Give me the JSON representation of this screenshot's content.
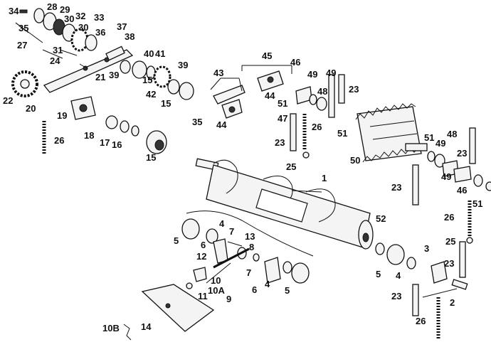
{
  "diagram": {
    "callouts": [
      {
        "id": "c34",
        "text": "34"
      },
      {
        "id": "c28",
        "text": "28"
      },
      {
        "id": "c29",
        "text": "29"
      },
      {
        "id": "c30a",
        "text": "30"
      },
      {
        "id": "c32",
        "text": "32"
      },
      {
        "id": "c33",
        "text": "33"
      },
      {
        "id": "c35a",
        "text": "35"
      },
      {
        "id": "c30b",
        "text": "30"
      },
      {
        "id": "c36",
        "text": "36"
      },
      {
        "id": "c27",
        "text": "27"
      },
      {
        "id": "c31",
        "text": "31"
      },
      {
        "id": "c37",
        "text": "37"
      },
      {
        "id": "c38",
        "text": "38"
      },
      {
        "id": "c24",
        "text": "24"
      },
      {
        "id": "c40",
        "text": "40"
      },
      {
        "id": "c41",
        "text": "41"
      },
      {
        "id": "c21",
        "text": "21"
      },
      {
        "id": "c39a",
        "text": "39"
      },
      {
        "id": "c15a",
        "text": "15"
      },
      {
        "id": "c39b",
        "text": "39"
      },
      {
        "id": "c42",
        "text": "42"
      },
      {
        "id": "c22",
        "text": "22"
      },
      {
        "id": "c20",
        "text": "20"
      },
      {
        "id": "c19",
        "text": "19"
      },
      {
        "id": "c18",
        "text": "18"
      },
      {
        "id": "c17",
        "text": "17"
      },
      {
        "id": "c16",
        "text": "16"
      },
      {
        "id": "c26a",
        "text": "26"
      },
      {
        "id": "c15b",
        "text": "15"
      },
      {
        "id": "c15c",
        "text": "15"
      },
      {
        "id": "c35b",
        "text": "35"
      },
      {
        "id": "c43",
        "text": "43"
      },
      {
        "id": "c44a",
        "text": "44"
      },
      {
        "id": "c45",
        "text": "45"
      },
      {
        "id": "c46a",
        "text": "46"
      },
      {
        "id": "c44b",
        "text": "44"
      },
      {
        "id": "c51a",
        "text": "51"
      },
      {
        "id": "c47",
        "text": "47"
      },
      {
        "id": "c49a",
        "text": "49"
      },
      {
        "id": "c48a",
        "text": "48"
      },
      {
        "id": "c49b",
        "text": "49"
      },
      {
        "id": "c23a",
        "text": "23"
      },
      {
        "id": "c26b",
        "text": "26"
      },
      {
        "id": "c51b",
        "text": "51"
      },
      {
        "id": "c23b",
        "text": "23"
      },
      {
        "id": "c25a",
        "text": "25"
      },
      {
        "id": "c50",
        "text": "50"
      },
      {
        "id": "c51c",
        "text": "51"
      },
      {
        "id": "c48b",
        "text": "48"
      },
      {
        "id": "c49c",
        "text": "49"
      },
      {
        "id": "c23c",
        "text": "23"
      },
      {
        "id": "c49d",
        "text": "49"
      },
      {
        "id": "c46b",
        "text": "46"
      },
      {
        "id": "c51d",
        "text": "51"
      },
      {
        "id": "c23d",
        "text": "23"
      },
      {
        "id": "c1",
        "text": "1"
      },
      {
        "id": "c26c",
        "text": "26"
      },
      {
        "id": "c25b",
        "text": "25"
      },
      {
        "id": "c5a",
        "text": "5"
      },
      {
        "id": "c4a",
        "text": "4"
      },
      {
        "id": "c6a",
        "text": "6"
      },
      {
        "id": "c7a",
        "text": "7"
      },
      {
        "id": "c13",
        "text": "13"
      },
      {
        "id": "c12",
        "text": "12"
      },
      {
        "id": "c8",
        "text": "8"
      },
      {
        "id": "c52",
        "text": "52"
      },
      {
        "id": "c3",
        "text": "3"
      },
      {
        "id": "c23e",
        "text": "23"
      },
      {
        "id": "c7b",
        "text": "7"
      },
      {
        "id": "c5b",
        "text": "5"
      },
      {
        "id": "c4b",
        "text": "4"
      },
      {
        "id": "c10",
        "text": "10"
      },
      {
        "id": "c10A",
        "text": "10A"
      },
      {
        "id": "c6b",
        "text": "6"
      },
      {
        "id": "c4c",
        "text": "4"
      },
      {
        "id": "c5c",
        "text": "5"
      },
      {
        "id": "c11",
        "text": "11"
      },
      {
        "id": "c9",
        "text": "9"
      },
      {
        "id": "c23f",
        "text": "23"
      },
      {
        "id": "c2",
        "text": "2"
      },
      {
        "id": "c26d",
        "text": "26"
      },
      {
        "id": "c14",
        "text": "14"
      },
      {
        "id": "c10B",
        "text": "10B"
      }
    ]
  }
}
